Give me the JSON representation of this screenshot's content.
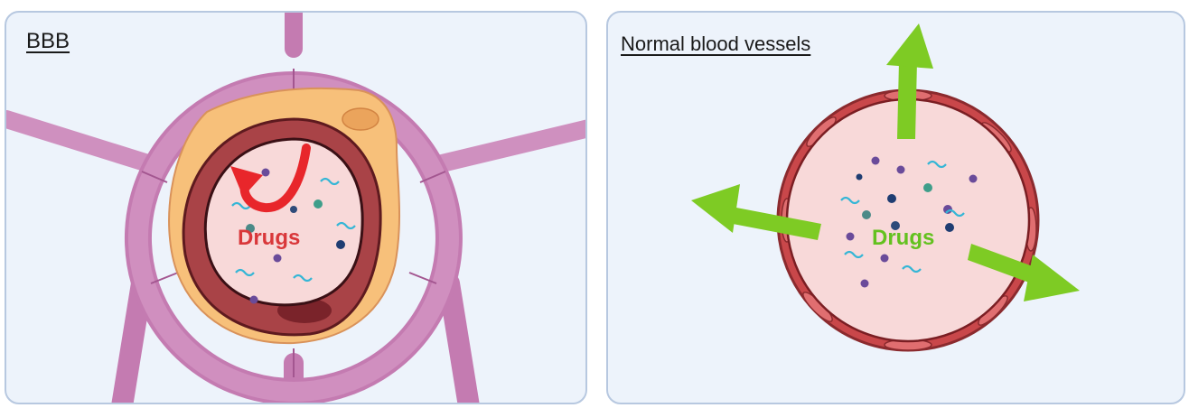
{
  "panels": {
    "bbb": {
      "title": "BBB",
      "drugs_label": "Drugs",
      "drugs_color": "#d9373a"
    },
    "normal": {
      "title": "Normal blood vessels",
      "drugs_label": "Drugs",
      "drugs_color": "#63c11f"
    }
  },
  "colors": {
    "astrocyte": "#c47bb1",
    "pericyte": "#f7c07a",
    "endothelium": "#a94347",
    "lumen": "#f8d9d9",
    "vessel_wall": "#c9474a",
    "blocked_arrow": "#e8262b",
    "pass_arrow": "#7ecb24",
    "panel_bg": "#edf3fb"
  }
}
